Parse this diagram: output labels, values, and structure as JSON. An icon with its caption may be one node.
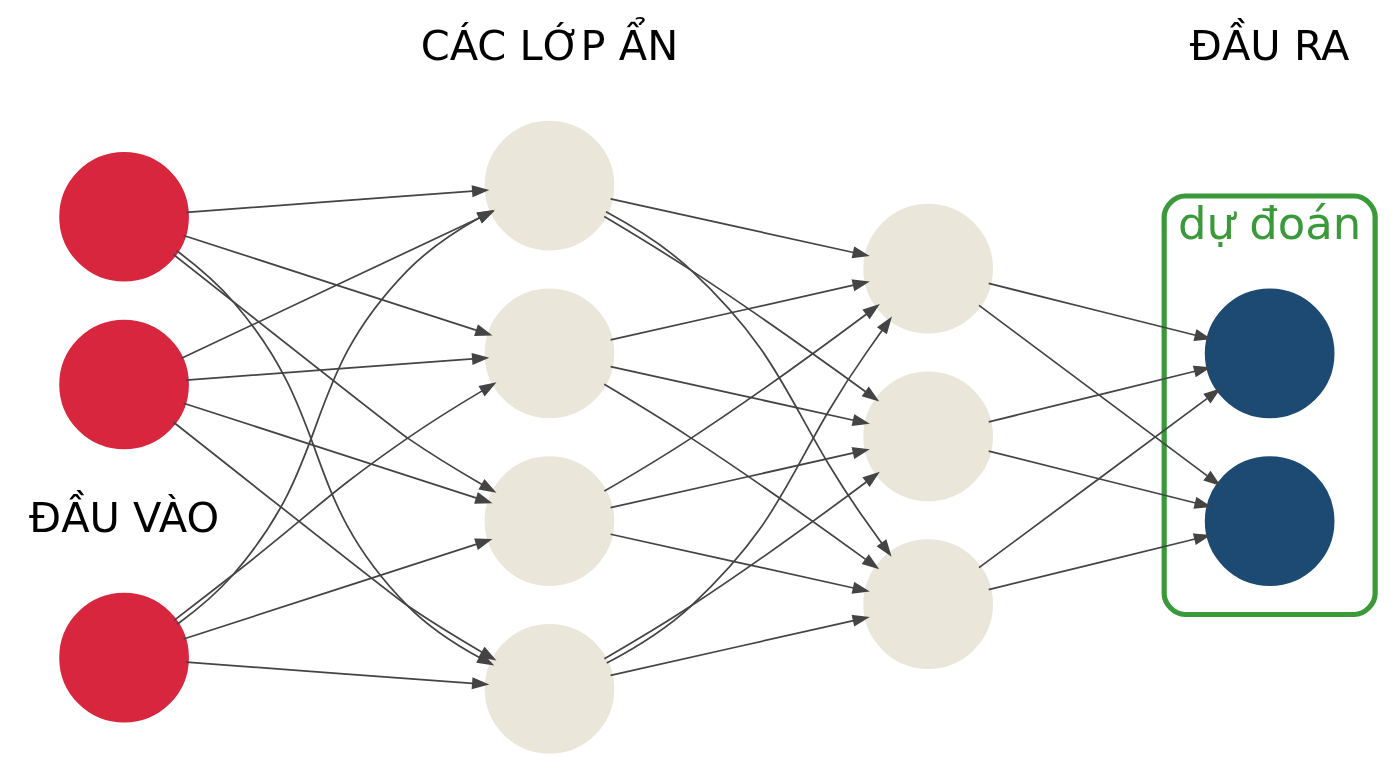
{
  "diagram": {
    "nodes": [
      {
        "text": [],
        "shape": "circle"
      },
      {
        "text": [],
        "shape": "circle"
      },
      {
        "text": [],
        "shape": "circle"
      },
      {
        "text": [],
        "shape": "circle"
      },
      {
        "text": [],
        "shape": "circle"
      },
      {
        "text": [],
        "shape": "circle"
      },
      {
        "text": [],
        "shape": "circle"
      },
      {
        "text": [],
        "shape": "circle"
      },
      {
        "text": [],
        "shape": "circle"
      },
      {
        "text": [],
        "shape": "circle"
      },
      {
        "text": [
          "dự đoán"
        ]
      },
      {
        "text": [],
        "shape": "circle",
        "in": 10
      },
      {
        "text": [],
        "shape": "circle",
        "in": 10
      }
    ],
    "edges": [
      {
        "from": 0,
        "to": 3,
        "arrow": "to"
      },
      {
        "from": 0,
        "to": 4,
        "arrow": "to"
      },
      {
        "from": 0,
        "to": 5,
        "arrow": "to"
      },
      {
        "from": 0,
        "to": 6,
        "arrow": "to"
      },
      {
        "from": 1,
        "to": 3,
        "arrow": "to"
      },
      {
        "from": 1,
        "to": 4,
        "arrow": "to"
      },
      {
        "from": 1,
        "to": 5,
        "arrow": "to"
      },
      {
        "from": 1,
        "to": 6,
        "arrow": "to"
      },
      {
        "from": 2,
        "to": 3,
        "arrow": "to"
      },
      {
        "from": 2,
        "to": 4,
        "arrow": "to"
      },
      {
        "from": 2,
        "to": 5,
        "arrow": "to"
      },
      {
        "from": 2,
        "to": 6,
        "arrow": "to"
      },
      {
        "from": 3,
        "to": 7,
        "arrow": "to"
      },
      {
        "from": 3,
        "to": 8,
        "arrow": "to"
      },
      {
        "from": 3,
        "to": 9,
        "arrow": "to"
      },
      {
        "from": 4,
        "to": 7,
        "arrow": "to"
      },
      {
        "from": 4,
        "to": 8,
        "arrow": "to"
      },
      {
        "from": 4,
        "to": 9,
        "arrow": "to"
      },
      {
        "from": 5,
        "to": 7,
        "arrow": "to"
      },
      {
        "from": 5,
        "to": 8,
        "arrow": "to"
      },
      {
        "from": 5,
        "to": 9,
        "arrow": "to"
      },
      {
        "from": 6,
        "to": 7,
        "arrow": "to"
      },
      {
        "from": 6,
        "to": 8,
        "arrow": "to"
      },
      {
        "from": 6,
        "to": 9,
        "arrow": "to"
      },
      {
        "from": 7,
        "to": 11,
        "arrow": "to"
      },
      {
        "from": 7,
        "to": 12,
        "arrow": "to"
      },
      {
        "from": 8,
        "to": 11,
        "arrow": "to"
      },
      {
        "from": 8,
        "to": 12,
        "arrow": "to"
      },
      {
        "from": 9,
        "to": 11,
        "arrow": "to"
      },
      {
        "from": 9,
        "to": 12,
        "arrow": "to"
      }
    ],
    "labels": [
      "ĐẦU VÀO",
      "CÁC LỚP ẨN",
      "ĐẦU RA"
    ]
  }
}
